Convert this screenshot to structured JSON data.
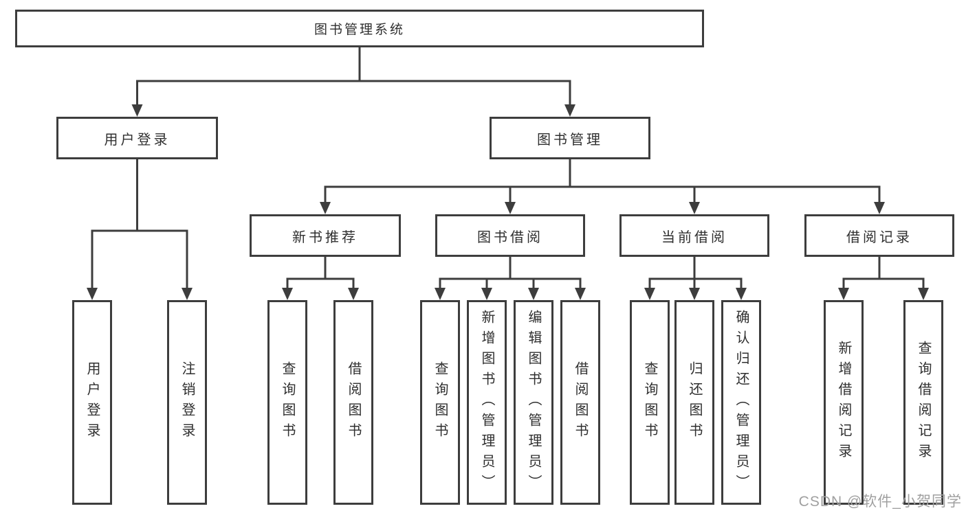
{
  "diagram": {
    "root": {
      "label": "图书管理系统"
    },
    "level2": [
      {
        "label": "用户登录"
      },
      {
        "label": "图书管理"
      }
    ],
    "level3": [
      {
        "label": "新书推荐"
      },
      {
        "label": "图书借阅"
      },
      {
        "label": "当前借阅"
      },
      {
        "label": "借阅记录"
      }
    ],
    "leaves": [
      {
        "label": "用户登录"
      },
      {
        "label": "注销登录"
      },
      {
        "label": "查询图书"
      },
      {
        "label": "借阅图书"
      },
      {
        "label": "查询图书"
      },
      {
        "label": "新增图书（管理员）"
      },
      {
        "label": "编辑图书（管理员）"
      },
      {
        "label": "借阅图书"
      },
      {
        "label": "查询图书"
      },
      {
        "label": "归还图书"
      },
      {
        "label": "确认归还（管理员）"
      },
      {
        "label": "新增借阅记录"
      },
      {
        "label": "查询借阅记录"
      }
    ],
    "watermark": "CSDN @软件_小贺同学",
    "colors": {
      "line": "#3d3d3d",
      "text": "#2f2f2f",
      "background": "#ffffff",
      "watermark": "#a0a0a0"
    }
  }
}
